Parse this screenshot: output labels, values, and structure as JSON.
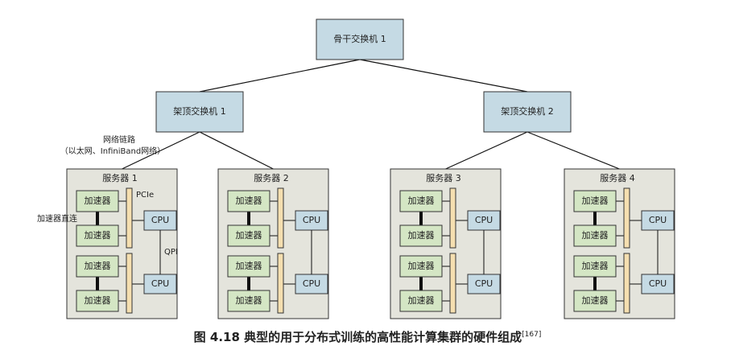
{
  "diagram": {
    "core_switch": "骨干交换机 1",
    "tor_switches": [
      "架顶交换机 1",
      "架顶交换机 2"
    ],
    "network_link_label_line1": "网络链路",
    "network_link_label_line2": "（以太网、InfiniBand网络）",
    "servers": [
      "服务器 1",
      "服务器 2",
      "服务器 3",
      "服务器 4"
    ],
    "accelerator_label": "加速器",
    "cpu_label": "CPU",
    "pcie_label": "PCIe",
    "qpi_label": "QPI",
    "accel_link_label": "加速器直连"
  },
  "caption": {
    "text": "图 4.18    典型的用于分布式训练的高性能计算集群的硬件组成",
    "ref": "[167]"
  },
  "colors": {
    "switch_fill": "#c5dae4",
    "server_fill": "#e4e4dc",
    "accelerator_fill": "#d4e6c4",
    "cpu_fill": "#c5dae4",
    "pcie_fill": "#f5dfb0",
    "line": "#111111"
  }
}
